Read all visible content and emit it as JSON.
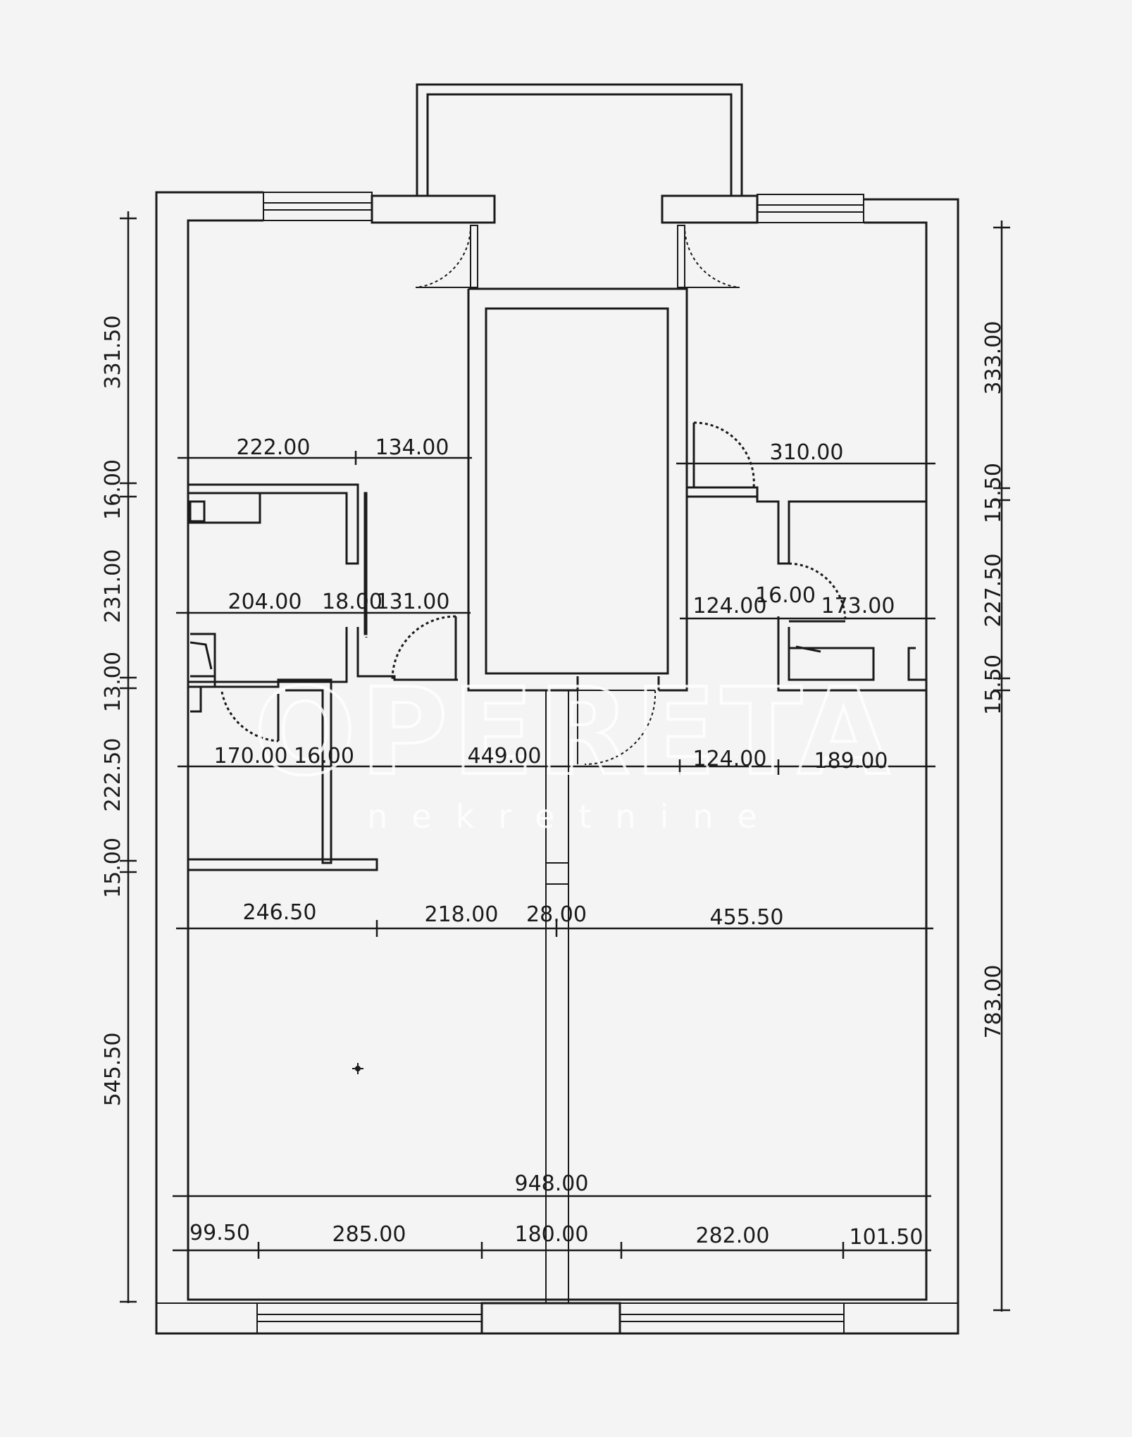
{
  "drawing": {
    "top": {
      "row1": [
        "222.00",
        "134.00",
        "310.00"
      ],
      "row2": [
        "204.00",
        "18.00",
        "131.00",
        "124.00",
        "16.00",
        "173.00"
      ],
      "row3": [
        "170.00",
        "16.00",
        "449.00",
        "124.00",
        "189.00"
      ],
      "row4": [
        "246.50",
        "218.00",
        "28.00",
        "455.50"
      ],
      "total": "948.00",
      "row5": [
        "99.50",
        "285.00",
        "180.00",
        "282.00",
        "101.50"
      ]
    },
    "left": [
      "331.50",
      "16.00",
      "231.00",
      "13.00",
      "222.50",
      "15.00",
      "545.50"
    ],
    "right": [
      "333.00",
      "15.50",
      "227.50",
      "15.50",
      "783.00"
    ]
  },
  "watermark": {
    "brand": "OPERETA",
    "sub": "nekretnine"
  },
  "colors": {
    "background": "#f4f4f4",
    "line": "#1a1a1a"
  }
}
